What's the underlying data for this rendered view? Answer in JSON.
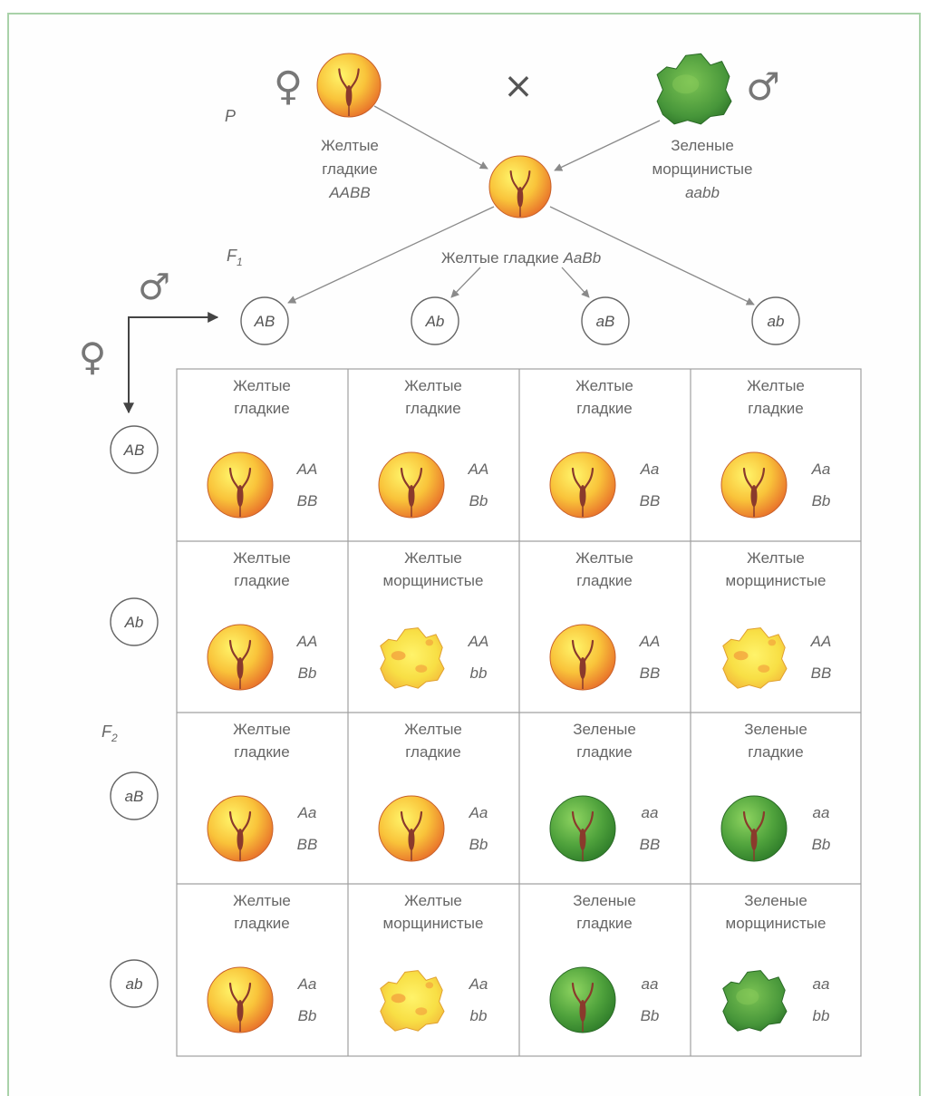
{
  "header": {
    "generation_p": "P",
    "generation_f1": "F",
    "generation_f1_sub": "1",
    "generation_f2": "F",
    "generation_f2_sub": "2",
    "cross_sign": "×",
    "female_symbol": "♀",
    "male_symbol": "♂"
  },
  "parents": {
    "female": {
      "line1": "Желтые",
      "line2": "гладкие",
      "genotype": "AABB"
    },
    "male": {
      "line1": "Зеленые",
      "line2": "морщинистые",
      "genotype": "aabb"
    }
  },
  "f1": {
    "label": "Желтые гладкие ",
    "genotype": "AaBb"
  },
  "gametes": [
    "AB",
    "Ab",
    "aB",
    "ab"
  ],
  "colors": {
    "yellow_light": "#fff56a",
    "yellow_mid": "#f9c33a",
    "yellow_dark": "#e8702a",
    "green_light": "#8ed460",
    "green_dark": "#2f7d2a",
    "pea_stalk": "#8a3a2c",
    "grid_line": "#a0a0a0",
    "frame_border": "#a9d2a9"
  },
  "grid": [
    [
      {
        "l1": "Желтые",
        "l2": "гладкие",
        "g1": "AA",
        "g2": "BB",
        "color": "yellow",
        "shape": "round"
      },
      {
        "l1": "Желтые",
        "l2": "гладкие",
        "g1": "AA",
        "g2": "Bb",
        "color": "yellow",
        "shape": "round"
      },
      {
        "l1": "Желтые",
        "l2": "гладкие",
        "g1": "Aa",
        "g2": "BB",
        "color": "yellow",
        "shape": "round"
      },
      {
        "l1": "Желтые",
        "l2": "гладкие",
        "g1": "Aa",
        "g2": "Bb",
        "color": "yellow",
        "shape": "round"
      }
    ],
    [
      {
        "l1": "Желтые",
        "l2": "гладкие",
        "g1": "AA",
        "g2": "Bb",
        "color": "yellow",
        "shape": "round"
      },
      {
        "l1": "Желтые",
        "l2": "морщинистые",
        "g1": "AA",
        "g2": "bb",
        "color": "yellow",
        "shape": "wrinkled"
      },
      {
        "l1": "Желтые",
        "l2": "гладкие",
        "g1": "AA",
        "g2": "BB",
        "color": "yellow",
        "shape": "round"
      },
      {
        "l1": "Желтые",
        "l2": "морщинистые",
        "g1": "AA",
        "g2": "BB",
        "color": "yellow",
        "shape": "wrinkled"
      }
    ],
    [
      {
        "l1": "Желтые",
        "l2": "гладкие",
        "g1": "Aa",
        "g2": "BB",
        "color": "yellow",
        "shape": "round"
      },
      {
        "l1": "Желтые",
        "l2": "гладкие",
        "g1": "Aa",
        "g2": "Bb",
        "color": "yellow",
        "shape": "round"
      },
      {
        "l1": "Зеленые",
        "l2": "гладкие",
        "g1": "aa",
        "g2": "BB",
        "color": "green",
        "shape": "round"
      },
      {
        "l1": "Зеленые",
        "l2": "гладкие",
        "g1": "aa",
        "g2": "Bb",
        "color": "green",
        "shape": "round"
      }
    ],
    [
      {
        "l1": "Желтые",
        "l2": "гладкие",
        "g1": "Aa",
        "g2": "Bb",
        "color": "yellow",
        "shape": "round"
      },
      {
        "l1": "Желтые",
        "l2": "морщинистые",
        "g1": "Aa",
        "g2": "bb",
        "color": "yellow",
        "shape": "wrinkled"
      },
      {
        "l1": "Зеленые",
        "l2": "гладкие",
        "g1": "aa",
        "g2": "Bb",
        "color": "green",
        "shape": "round"
      },
      {
        "l1": "Зеленые",
        "l2": "морщинистые",
        "g1": "aa",
        "g2": "bb",
        "color": "green",
        "shape": "wrinkled"
      }
    ]
  ]
}
